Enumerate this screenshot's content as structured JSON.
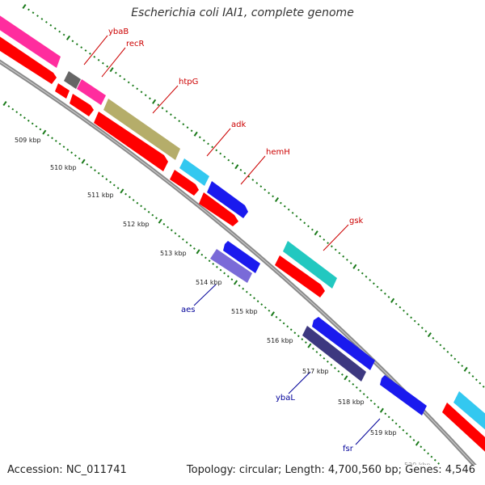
{
  "title": "Escherichia coli IAI1, complete genome",
  "footer": {
    "accession": "Accession: NC_011741",
    "topology": "Topology: circular; Length: 4,700,560 bp; Genes: 4,546"
  },
  "ticks": [
    {
      "label": "509 kbp"
    },
    {
      "label": "510 kbp"
    },
    {
      "label": "511 kbp"
    },
    {
      "label": "512 kbp"
    },
    {
      "label": "513 kbp"
    },
    {
      "label": "514 kbp"
    },
    {
      "label": "515 kbp"
    },
    {
      "label": "516 kbp"
    },
    {
      "label": "517 kbp"
    },
    {
      "label": "518 kbp"
    },
    {
      "label": "519 kbp"
    },
    {
      "label": "520 kbp"
    }
  ],
  "gene_labels": [
    {
      "name": "ybaB",
      "strand": "forward",
      "color": "#cc0000"
    },
    {
      "name": "recR",
      "strand": "forward",
      "color": "#cc0000"
    },
    {
      "name": "htpG",
      "strand": "forward",
      "color": "#cc0000"
    },
    {
      "name": "adk",
      "strand": "forward",
      "color": "#cc0000"
    },
    {
      "name": "hemH",
      "strand": "forward",
      "color": "#cc0000"
    },
    {
      "name": "gsk",
      "strand": "forward",
      "color": "#cc0000"
    },
    {
      "name": "aes",
      "strand": "reverse",
      "color": "#000099"
    },
    {
      "name": "ybaL",
      "strand": "reverse",
      "color": "#000099"
    },
    {
      "name": "fsr",
      "strand": "reverse",
      "color": "#000099"
    }
  ],
  "colors": {
    "backbone": "#8a8a8a",
    "tick_marks": "#1a7a1a",
    "cds_red": "#ff0000",
    "pink": "#ff2d9e",
    "olive": "#b5ad6a",
    "cyan": "#33c8f0",
    "teal": "#22c8c0",
    "blue": "#1a1aee",
    "lavender": "#7a6ad8",
    "navy": "#3d3880",
    "gray": "#666666",
    "forward_label": "#cc0000",
    "reverse_label": "#000099"
  }
}
